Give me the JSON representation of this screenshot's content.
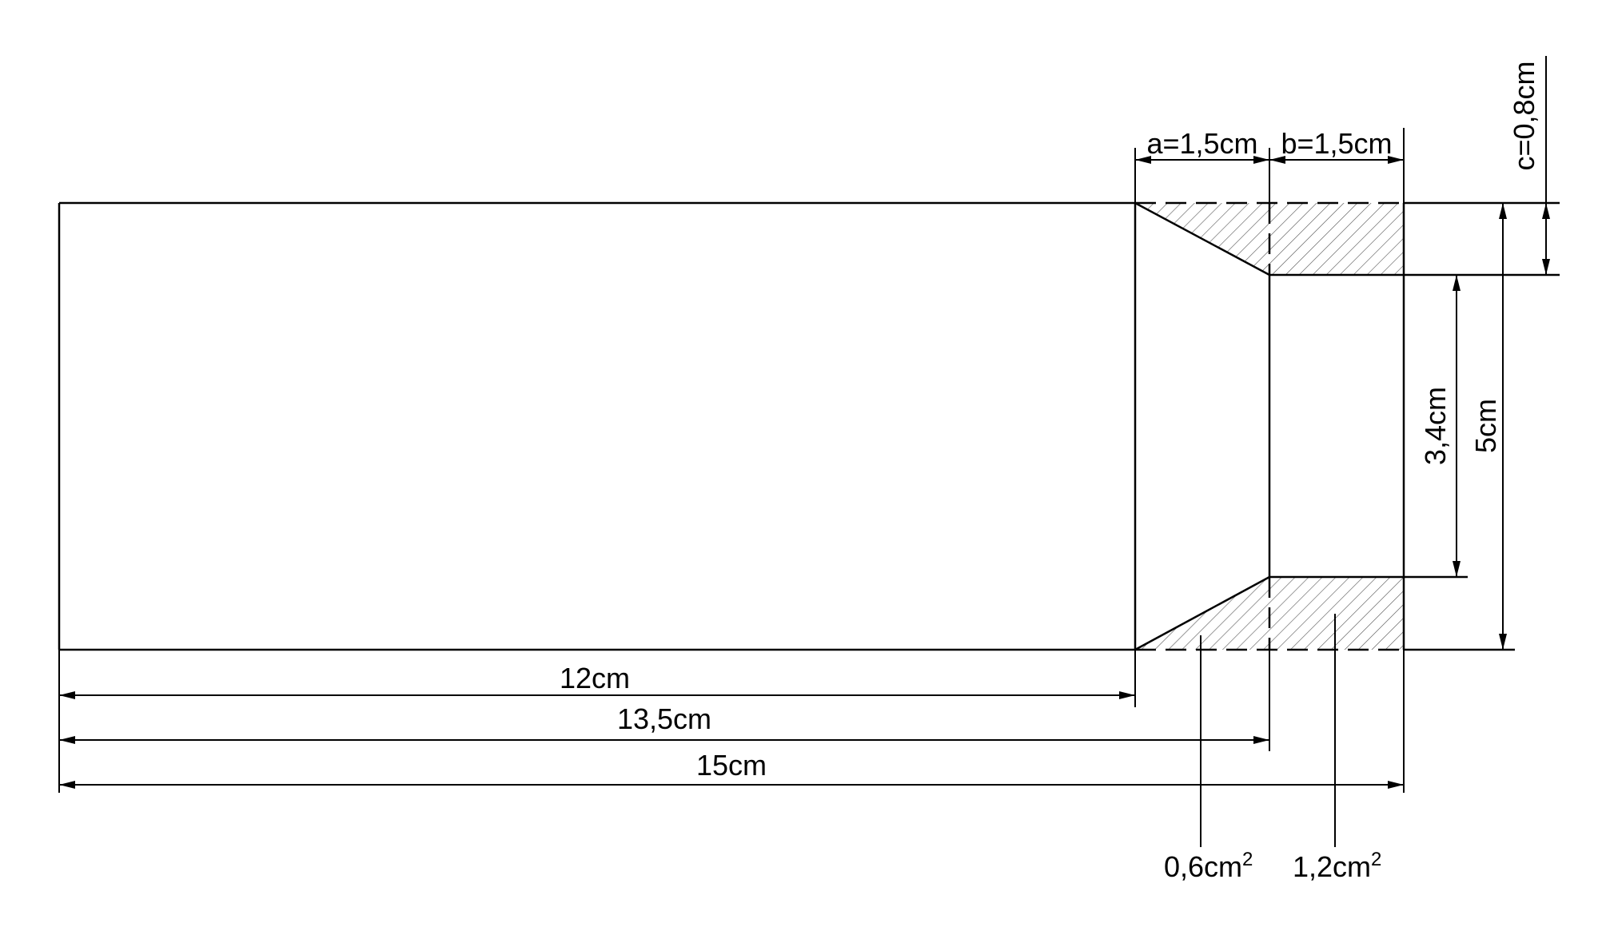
{
  "dimensions": {
    "a": "a=1,5cm",
    "b": "b=1,5cm",
    "c": "c=0,8cm",
    "inner_height": "3,4cm",
    "total_height": "5cm",
    "length_12": "12cm",
    "length_13_5": "13,5cm",
    "length_15": "15cm"
  },
  "areas": {
    "triangle": {
      "value": "0,6cm",
      "exp": "2"
    },
    "rectangle": {
      "value": "1,2cm",
      "exp": "2"
    }
  }
}
